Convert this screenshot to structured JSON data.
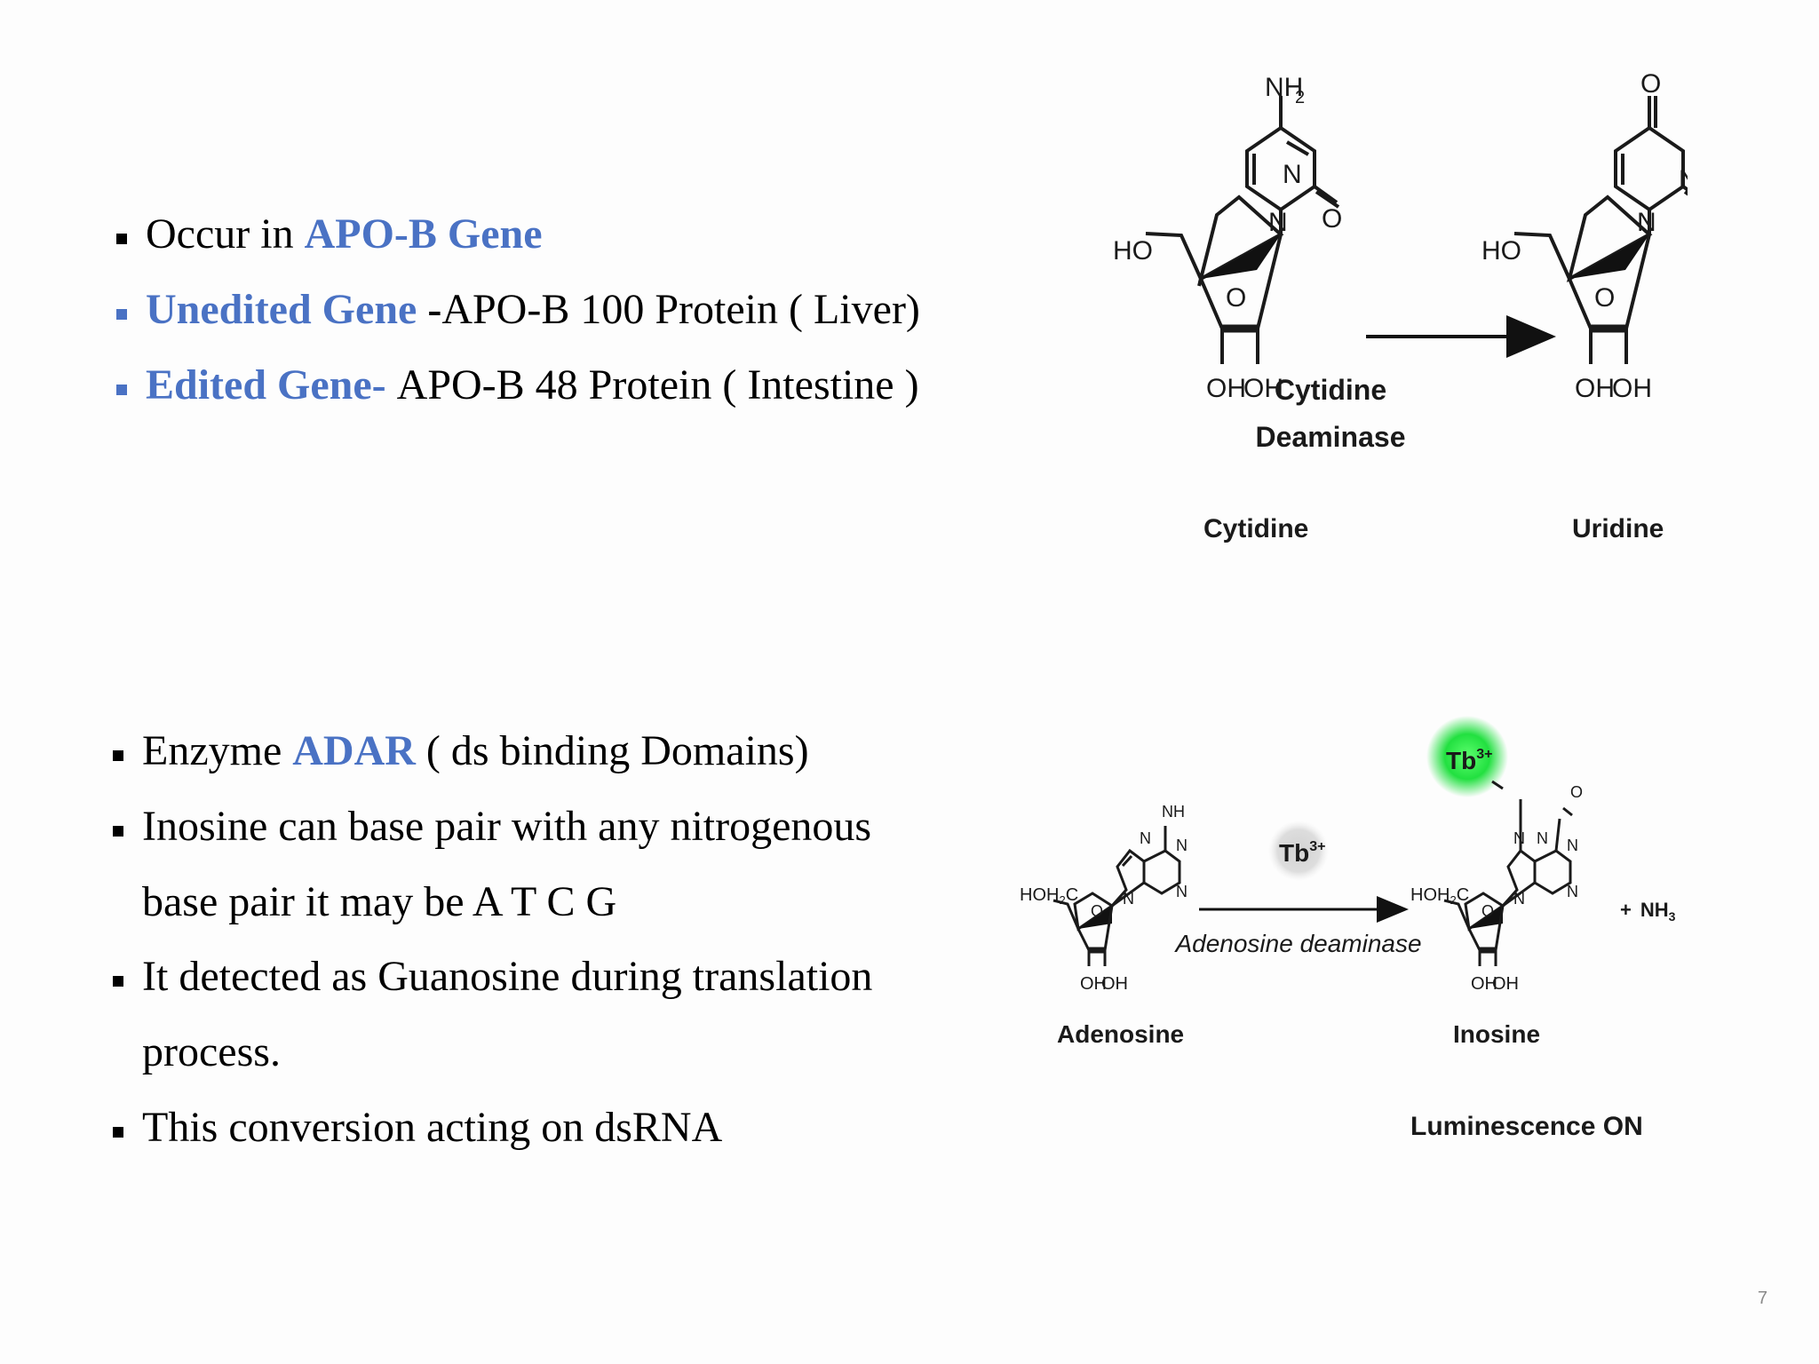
{
  "slide": {
    "page_number": "7",
    "section1": {
      "bullets": [
        {
          "parts": [
            {
              "t": "Occur in "
            },
            {
              "t": "APO-B Gene",
              "hl": true
            }
          ]
        },
        {
          "parts": [
            {
              "t": "Unedited Gene ",
              "hl": true
            },
            {
              "t": "-",
              "bold": true
            },
            {
              "t": "APO-B 100 Protein ( Liver)"
            }
          ]
        },
        {
          "parts": [
            {
              "t": "Edited Gene- ",
              "hl": true
            },
            {
              "t": "APO-B 48 Protein ( Intestine )"
            }
          ]
        }
      ]
    },
    "section2": {
      "bullets": [
        {
          "parts": [
            {
              "t": "Enzyme "
            },
            {
              "t": "ADAR",
              "hl": true
            },
            {
              "t": " ( ds binding Domains)"
            }
          ]
        },
        {
          "parts": [
            {
              "t": "Inosine can base pair with any  nitrogenous"
            }
          ]
        },
        {
          "continuation": true,
          "parts": [
            {
              "t": "base pair  it may be A T C G"
            }
          ]
        },
        {
          "parts": [
            {
              "t": "It detected as Guanosine during translation"
            }
          ]
        },
        {
          "continuation": true,
          "parts": [
            {
              "t": "process."
            }
          ]
        },
        {
          "parts": [
            {
              "t": "This conversion acting on dsRNA"
            }
          ]
        }
      ]
    },
    "diagram1": {
      "left_molecule": "Cytidine",
      "right_molecule": "Uridine",
      "enzyme_line1": "Cytidine",
      "enzyme_line2": "Deaminase",
      "atoms": {
        "nh2": "NH",
        "nh2_sub": "2",
        "n": "N",
        "o": "O",
        "ho": "HO",
        "oh": "OH",
        "nh": "NH"
      }
    },
    "diagram2": {
      "left_molecule": "Adenosine",
      "right_molecule": "Inosine",
      "enzyme": "Adenosine deaminase",
      "ion": "Tb",
      "ion_charge": "3+",
      "byproduct_prefix": "+",
      "byproduct": "NH",
      "byproduct_sub": "3",
      "caption": "Luminescence ON",
      "hoh2c": "HOH",
      "hoh2c_sub": "2",
      "hoh2c_end": "C"
    },
    "colors": {
      "accent_blue": "#4a72c4",
      "text": "#000000",
      "glow_green": "#22e040"
    }
  }
}
